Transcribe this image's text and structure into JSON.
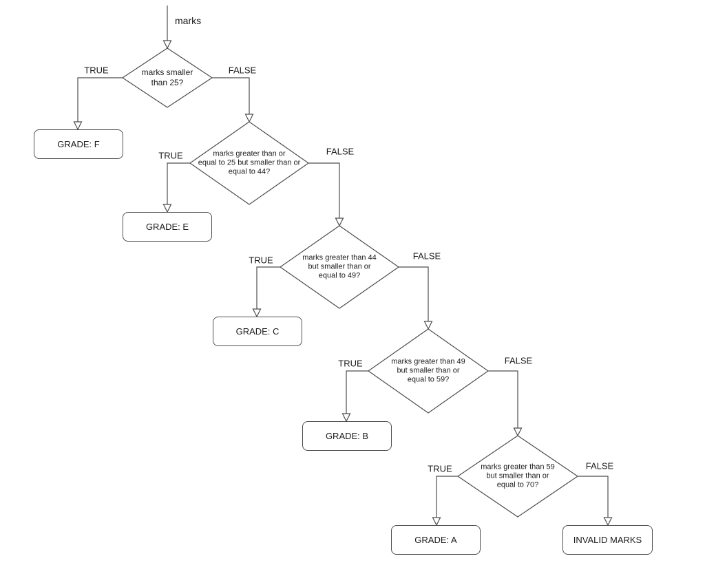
{
  "diagram": {
    "start_label": "marks",
    "decisions": [
      {
        "text": "marks smaller\nthan 25?",
        "true_label": "TRUE",
        "false_label": "FALSE"
      },
      {
        "text": "marks greater than or\nequal to 25 but smaller than or\nequal to 44?",
        "true_label": "TRUE",
        "false_label": "FALSE"
      },
      {
        "text": "marks greater than 44\nbut smaller than or\nequal to 49?",
        "true_label": "TRUE",
        "false_label": "FALSE"
      },
      {
        "text": "marks greater than 49\nbut smaller than or\nequal to 59?",
        "true_label": "TRUE",
        "false_label": "FALSE"
      },
      {
        "text": "marks greater than 59\nbut smaller than or\nequal to 70?",
        "true_label": "TRUE",
        "false_label": "FALSE"
      }
    ],
    "results": [
      {
        "label": "GRADE: F"
      },
      {
        "label": "GRADE: E"
      },
      {
        "label": "GRADE: C"
      },
      {
        "label": "GRADE: B"
      },
      {
        "label": "GRADE: A"
      },
      {
        "label": "INVALID MARKS"
      }
    ],
    "colors": {
      "stroke": "#4d4d4d",
      "text": "#1b1b1b",
      "background": "#ffffff"
    }
  }
}
